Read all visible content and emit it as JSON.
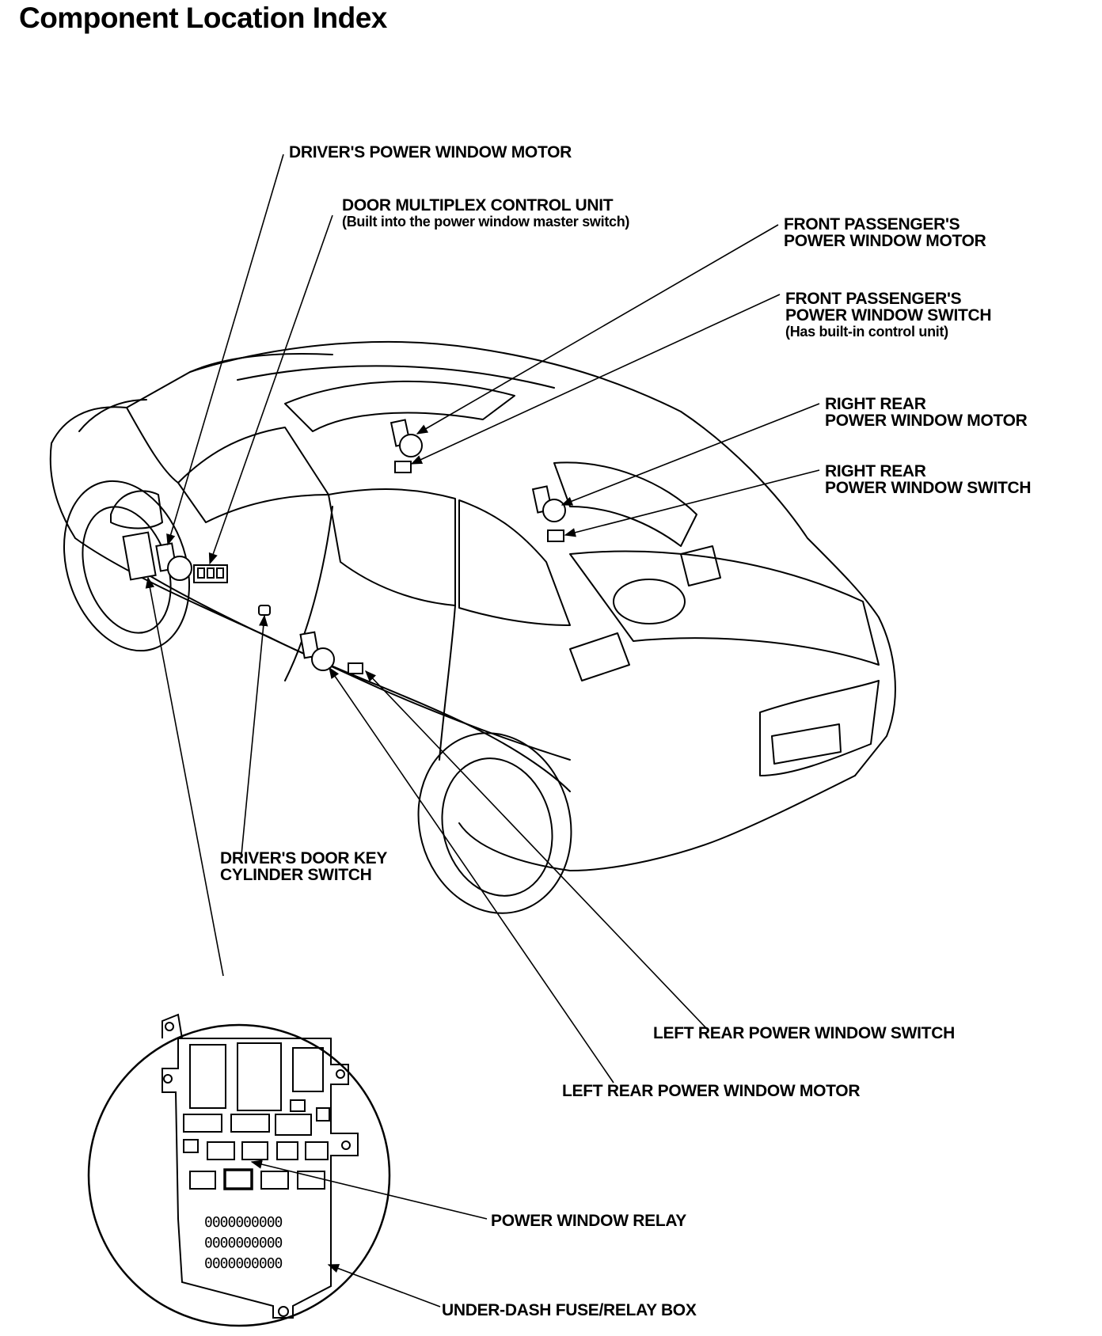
{
  "page": {
    "title": "Component Location Index"
  },
  "labels": {
    "drivers_power_window_motor": {
      "line1": "DRIVER'S POWER WINDOW MOTOR"
    },
    "door_multiplex_control_unit": {
      "line1": "DOOR MULTIPLEX CONTROL UNIT",
      "line2": "(Built into the power window master switch)"
    },
    "front_passengers_power_window_motor": {
      "line1": "FRONT PASSENGER'S",
      "line2": "POWER WINDOW MOTOR"
    },
    "front_passengers_power_window_switch": {
      "line1": "FRONT PASSENGER'S",
      "line2": "POWER WINDOW SWITCH",
      "line3": "(Has built-in control unit)"
    },
    "right_rear_power_window_motor": {
      "line1": "RIGHT REAR",
      "line2": "POWER WINDOW MOTOR"
    },
    "right_rear_power_window_switch": {
      "line1": "RIGHT REAR",
      "line2": "POWER WINDOW SWITCH"
    },
    "drivers_door_key_cylinder_switch": {
      "line1": "DRIVER'S DOOR KEY",
      "line2": "CYLINDER SWITCH"
    },
    "left_rear_power_window_switch": {
      "line1": "LEFT REAR POWER WINDOW SWITCH"
    },
    "left_rear_power_window_motor": {
      "line1": "LEFT REAR POWER WINDOW MOTOR"
    },
    "power_window_relay": {
      "line1": "POWER WINDOW RELAY"
    },
    "under_dash_fuse_relay_box": {
      "line1": "UNDER-DASH FUSE/RELAY BOX"
    }
  },
  "fuse_rows": {
    "row1": "0000000000",
    "row2": "0000000000",
    "row3": "0000000000"
  }
}
